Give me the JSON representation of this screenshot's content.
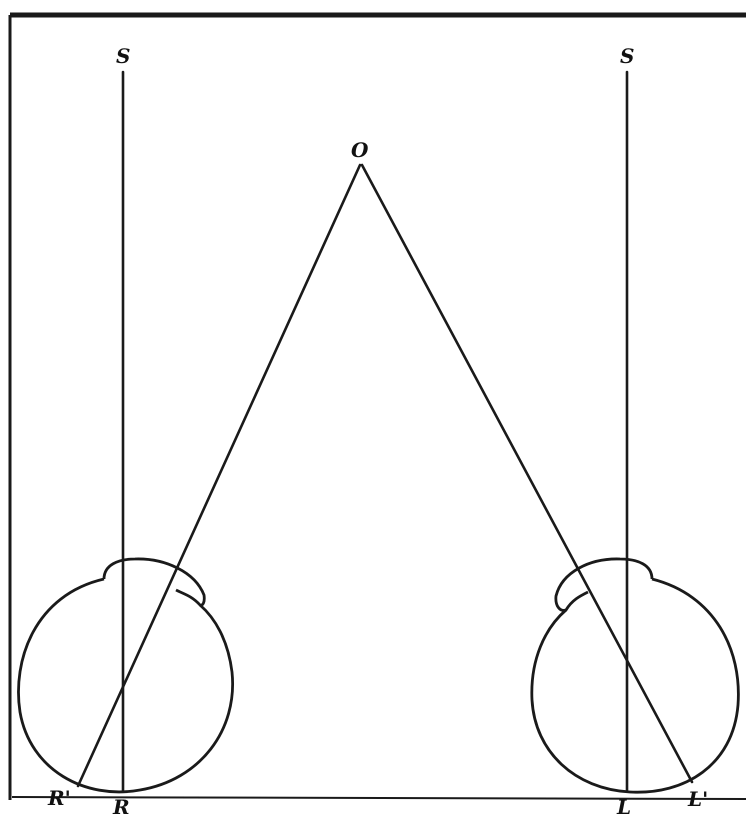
{
  "labels": {
    "s_left": "S",
    "s_right": "S",
    "o": "O",
    "r_prime": "R'",
    "r": "R",
    "l": "L",
    "l_prime": "L'"
  },
  "colors": {
    "ink": "#1a1a1a",
    "paper": "#ffffff"
  }
}
